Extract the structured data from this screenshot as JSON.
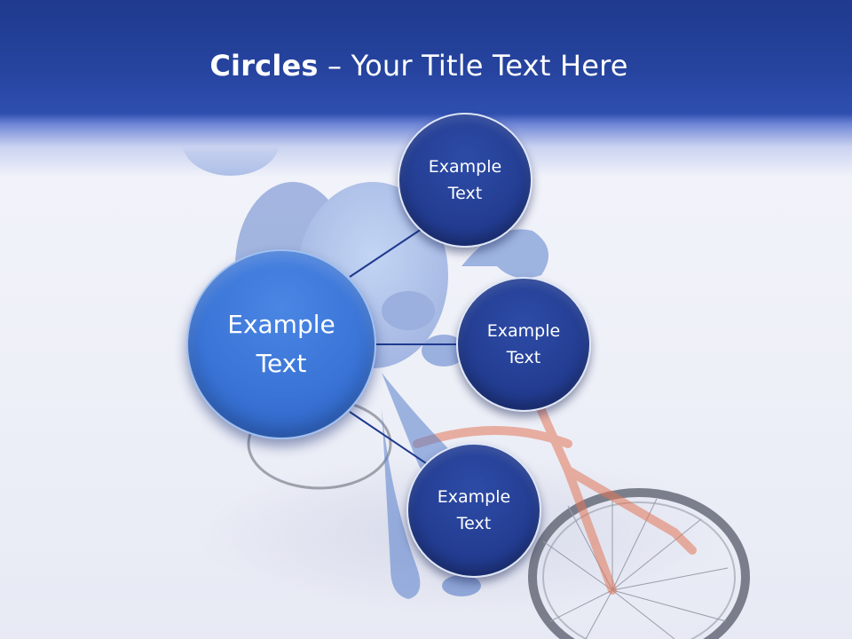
{
  "slide": {
    "title_bold": "Circles",
    "title_rest": " – Your Title Text Here"
  },
  "center_circle": {
    "label": "Example\nText"
  },
  "satellites": [
    {
      "label": "Example\nText"
    },
    {
      "label": "Example\nText"
    },
    {
      "label": "Example\nText"
    }
  ],
  "colors": {
    "header": "#26449f",
    "center_circle": "#3a74d6",
    "satellite_circle": "#243e93",
    "connector": "#1f3a8e",
    "bicycle_frame": "#e0623c"
  },
  "background_image": "blue-frog-riding-red-bicycle"
}
